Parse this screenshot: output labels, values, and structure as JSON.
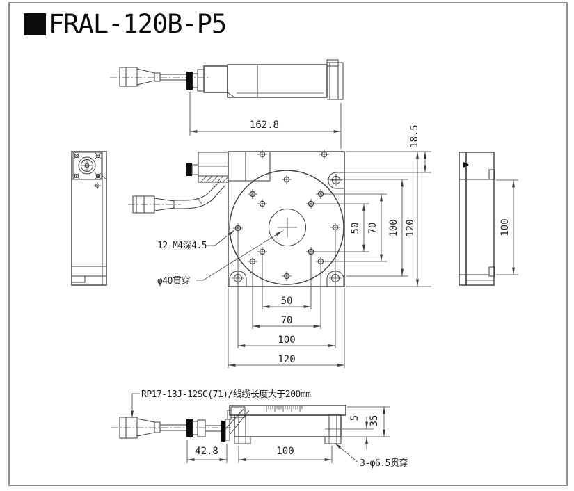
{
  "title": {
    "model": "FRAL-120B-P5"
  },
  "main_view": {
    "label_screw_holes": "12-M4深4.5",
    "label_center_hole": "φ40贯穿",
    "dim_overall_width": "162.8",
    "dim_corner_offset": "18.5",
    "dims_right": [
      "50",
      "70",
      "100",
      "120"
    ],
    "dims_bottom": [
      "50",
      "70",
      "100",
      "120"
    ]
  },
  "side_view": {
    "dim_height": "100"
  },
  "front_view": {
    "label_connector": "RP17-13J-12SC(71)/线缆长度大于200mm",
    "label_base_holes": "3-φ6.5贯穿",
    "dim_connector_offset": "42.8",
    "dim_mount_spacing": "100",
    "dim_step": "5",
    "dim_height": "35"
  }
}
